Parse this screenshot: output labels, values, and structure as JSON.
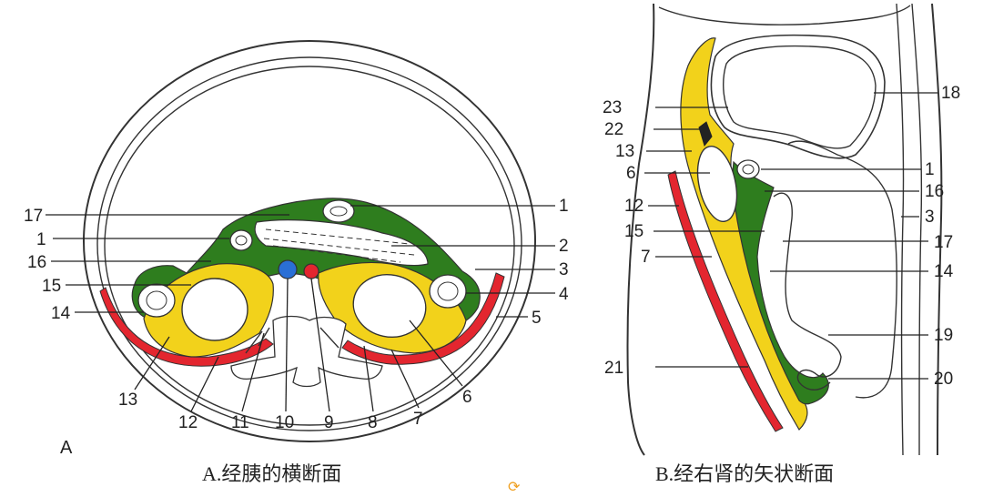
{
  "figure_a": {
    "corner_letter": "A",
    "caption": "A.经胰的横断面",
    "labels": {
      "l1a": "1",
      "l2": "2",
      "l3": "3",
      "l4": "4",
      "l5": "5",
      "l6": "6",
      "l7": "7",
      "l8": "8",
      "l9": "9",
      "l10": "10",
      "l11": "11",
      "l12": "12",
      "l13": "13",
      "l14": "14",
      "l15": "15",
      "l16": "16",
      "l17": "17",
      "l1b": "1"
    }
  },
  "figure_b": {
    "caption": "B.经右肾的矢状断面",
    "labels": {
      "l18": "18",
      "l23": "23",
      "l22": "22",
      "l13": "13",
      "l6": "6",
      "l1": "1",
      "l16": "16",
      "l12": "12",
      "l3": "3",
      "l15": "15",
      "l17": "17",
      "l7": "7",
      "l14": "14",
      "l19": "19",
      "l21": "21",
      "l20": "20"
    }
  },
  "colors": {
    "green": "#2e7d1e",
    "yellow": "#f2d21b",
    "red": "#e3262f",
    "blue": "#2a6fd6",
    "outline": "#333333"
  }
}
